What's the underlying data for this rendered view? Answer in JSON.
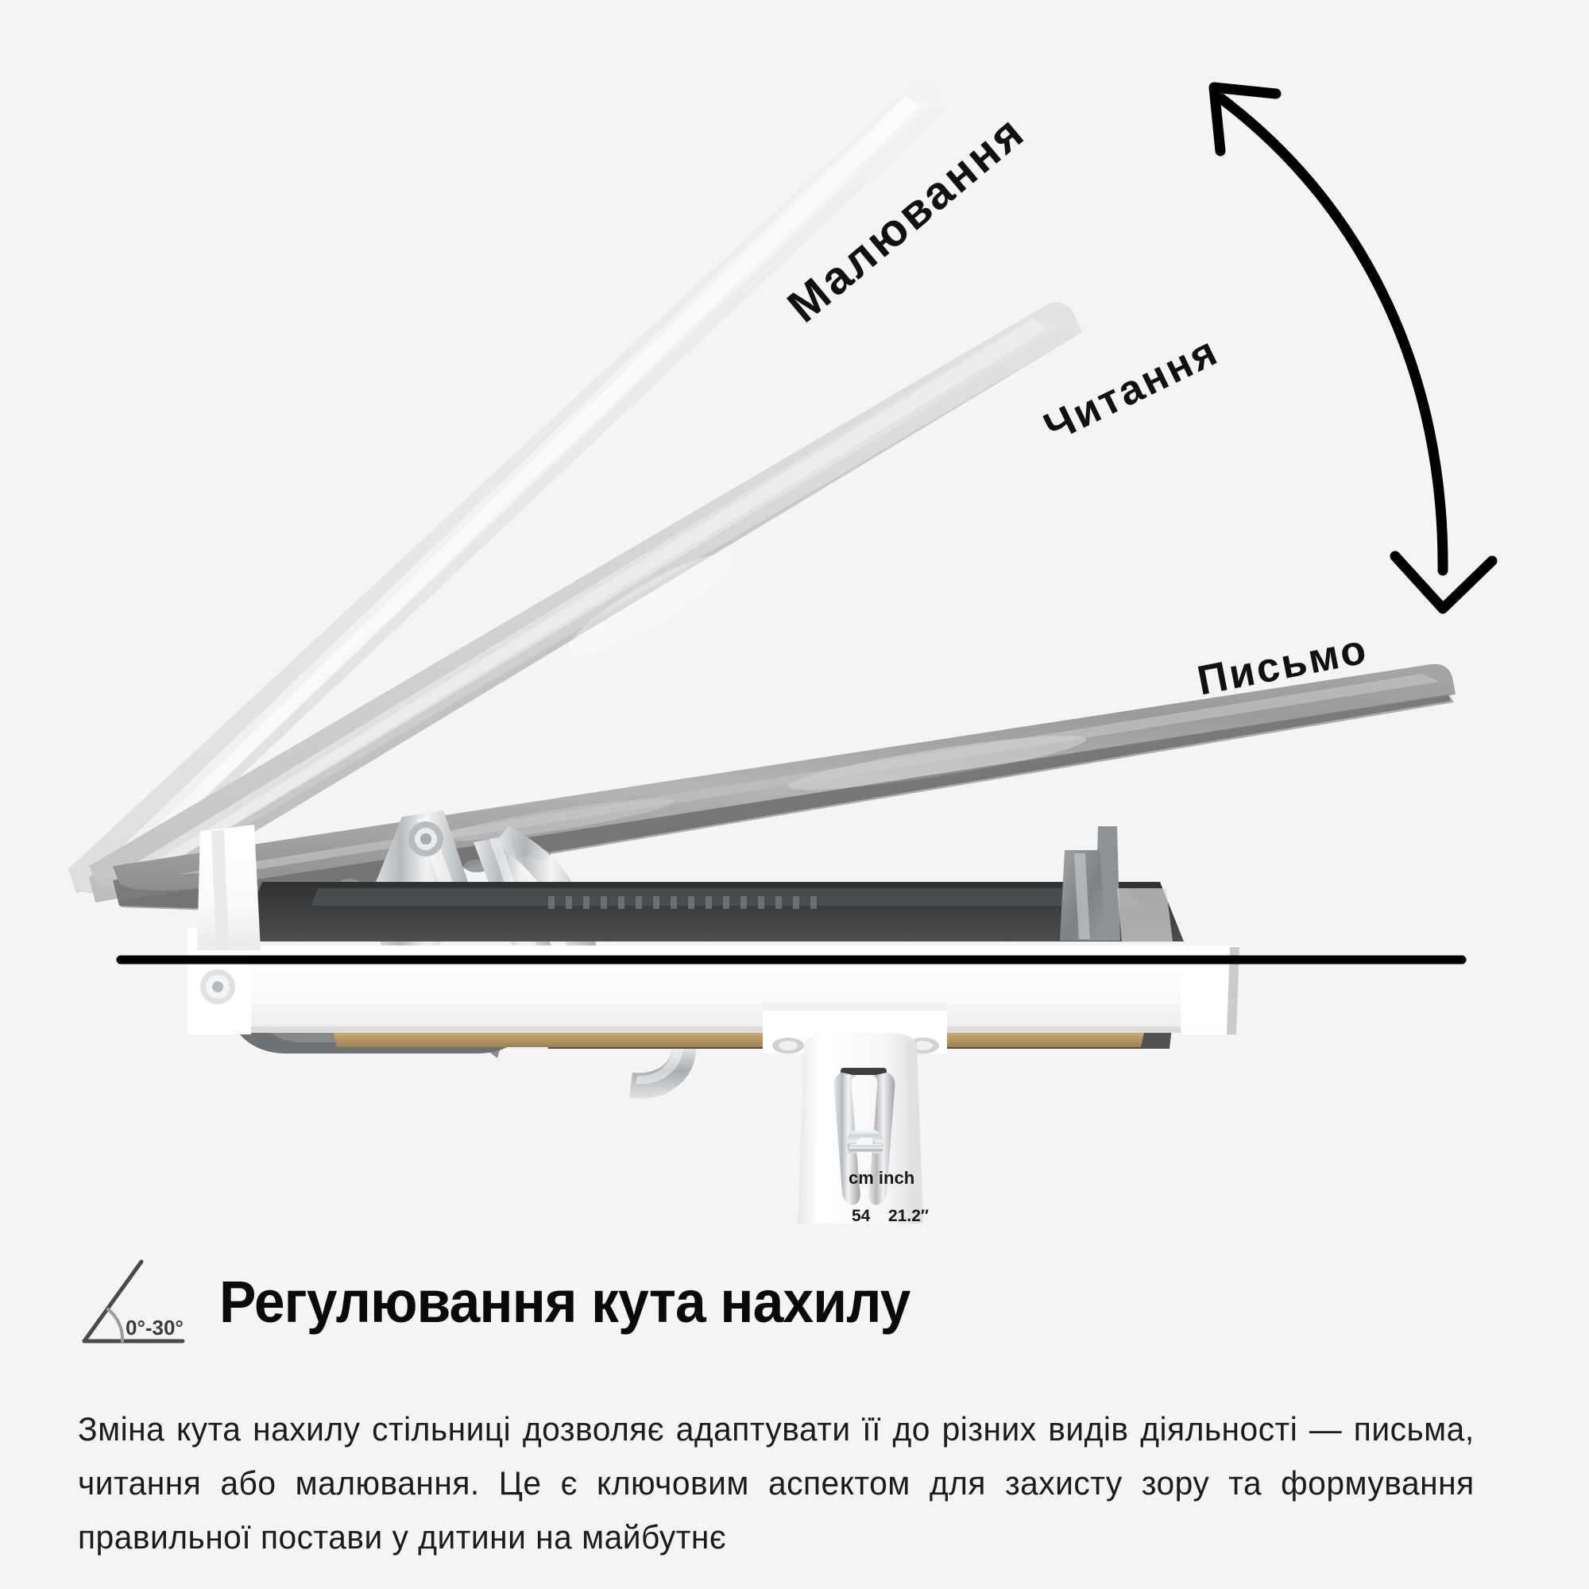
{
  "background_color": "#f4f4f4",
  "illustration": {
    "name": "tilt-adjustable-children-desk",
    "reference_line_color": "#000000",
    "position_labels": [
      {
        "key": "drawing",
        "text": "Малювання",
        "angle_deg": -40,
        "panel_shade": "#ebebeb"
      },
      {
        "key": "reading",
        "text": "Читання",
        "angle_deg": -26,
        "panel_shade": "#d2d2d2"
      },
      {
        "key": "writing",
        "text": "Письмо",
        "angle_deg": -11,
        "panel_shade": "#8e8e8e"
      }
    ],
    "arrow": {
      "name": "double-headed-curved-arrow",
      "color": "#000000",
      "direction": "bidirectional-up-and-down"
    },
    "column_ruler": {
      "unit_labels": "cm  inch",
      "cm_value": "54",
      "inch_value": "21.2\""
    },
    "desk_colors": {
      "tabletop_writing": "#8e8e8e",
      "tabletop_reading": "#d2d2d2",
      "tabletop_drawing": "#ebebeb",
      "frame_white": "#ffffff",
      "chrome": "#c9cbcd",
      "dark_tray": "#3d3f41",
      "wood_edge": "#b79a63"
    }
  },
  "feature": {
    "icon_name": "tilt-angle-icon",
    "angle_range_label": "0°-30°",
    "title": "Регулювання кута нахилу",
    "description": "Зміна кута нахилу стільниці дозволяє адаптувати її до різних видів діяльності — письма, читання або малювання. Це є ключовим аспектом для захисту зору та формування правильної постави у дитини на майбутнє"
  }
}
